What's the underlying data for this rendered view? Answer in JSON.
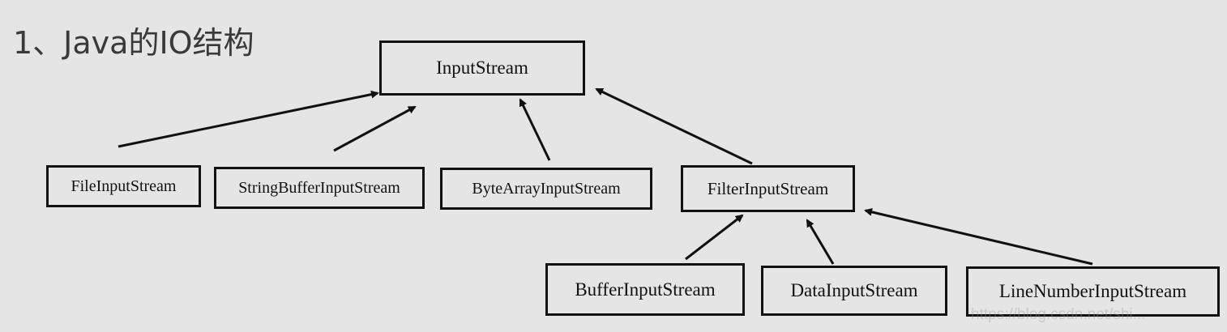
{
  "title": "1、Java的IO结构",
  "nodes": {
    "input_stream": "InputStream",
    "file_input_stream": "FileInputStream",
    "string_buffer_input_stream": "StringBufferInputStream",
    "byte_array_input_stream": "ByteArrayInputStream",
    "filter_input_stream": "FilterInputStream",
    "buffer_input_stream": "BufferInputStream",
    "data_input_stream": "DataInputStream",
    "line_number_input_stream": "LineNumberInputStream"
  },
  "edges": [
    {
      "from": "FileInputStream",
      "to": "InputStream"
    },
    {
      "from": "StringBufferInputStream",
      "to": "InputStream"
    },
    {
      "from": "ByteArrayInputStream",
      "to": "InputStream"
    },
    {
      "from": "FilterInputStream",
      "to": "InputStream"
    },
    {
      "from": "BufferInputStream",
      "to": "FilterInputStream"
    },
    {
      "from": "DataInputStream",
      "to": "FilterInputStream"
    },
    {
      "from": "LineNumberInputStream",
      "to": "FilterInputStream"
    }
  ],
  "watermark": "https://blog.csdn.net/shi..."
}
